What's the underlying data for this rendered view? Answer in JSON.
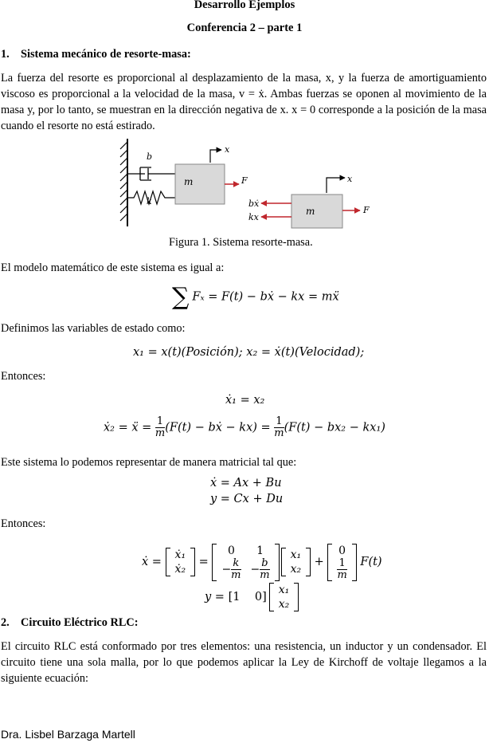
{
  "header": {
    "title": "Desarrollo Ejemplos",
    "subtitle": "Conferencia 2 – parte 1"
  },
  "section1": {
    "heading": "1.    Sistema mecánico de resorte-masa:"
  },
  "paragraph1": "La fuerza del resorte es proporcional al desplazamiento de la masa, x, y la fuerza de amortiguamiento viscoso es proporcional a la velocidad de la masa, v = ẋ. Ambas fuerzas se oponen al movimiento de la masa y, por lo tanto, se muestran en la dirección negativa de x. x = 0 corresponde a la posición de la masa cuando el resorte no está estirado.",
  "figure": {
    "caption": "Figura 1. Sistema resorte-masa.",
    "labels": {
      "b": "b",
      "k": "k",
      "m": "m",
      "x": "x",
      "F": "F",
      "bxdot": "bẋ",
      "kx": "kx"
    }
  },
  "text_model": "El modelo matemático de este sistema es igual a:",
  "eq_model": "Fₓ = F(t) − bẋ − kx = mẍ",
  "text_states": "Definimos las variables de estado como:",
  "eq_states": "x₁ = x(t)(Posición); x₂ = ẋ(t)(Velocidad);",
  "text_then1": "Entonces:",
  "eq_x1dot": "ẋ₁ = x₂",
  "text_matrix": "Este sistema lo podemos representar de manera matricial tal que:",
  "eq_ss1": "ẋ = Ax + Bu",
  "eq_ss2": "y = Cx + Du",
  "text_then2": "Entonces:",
  "section2": {
    "heading": "2.    Circuito Eléctrico RLC:"
  },
  "paragraph2": "El circuito RLC está conformado por tres elementos: una resistencia, un inductor y un condensador. El circuito tiene una sola malla, por lo que podemos aplicar la Ley de Kirchoff de voltaje llegamos a la siguiente ecuación:",
  "footer": "Dra. Lisbel Barzaga Martell",
  "colors": {
    "arrow": "#c0272d",
    "mass": "#d9d9d9"
  }
}
